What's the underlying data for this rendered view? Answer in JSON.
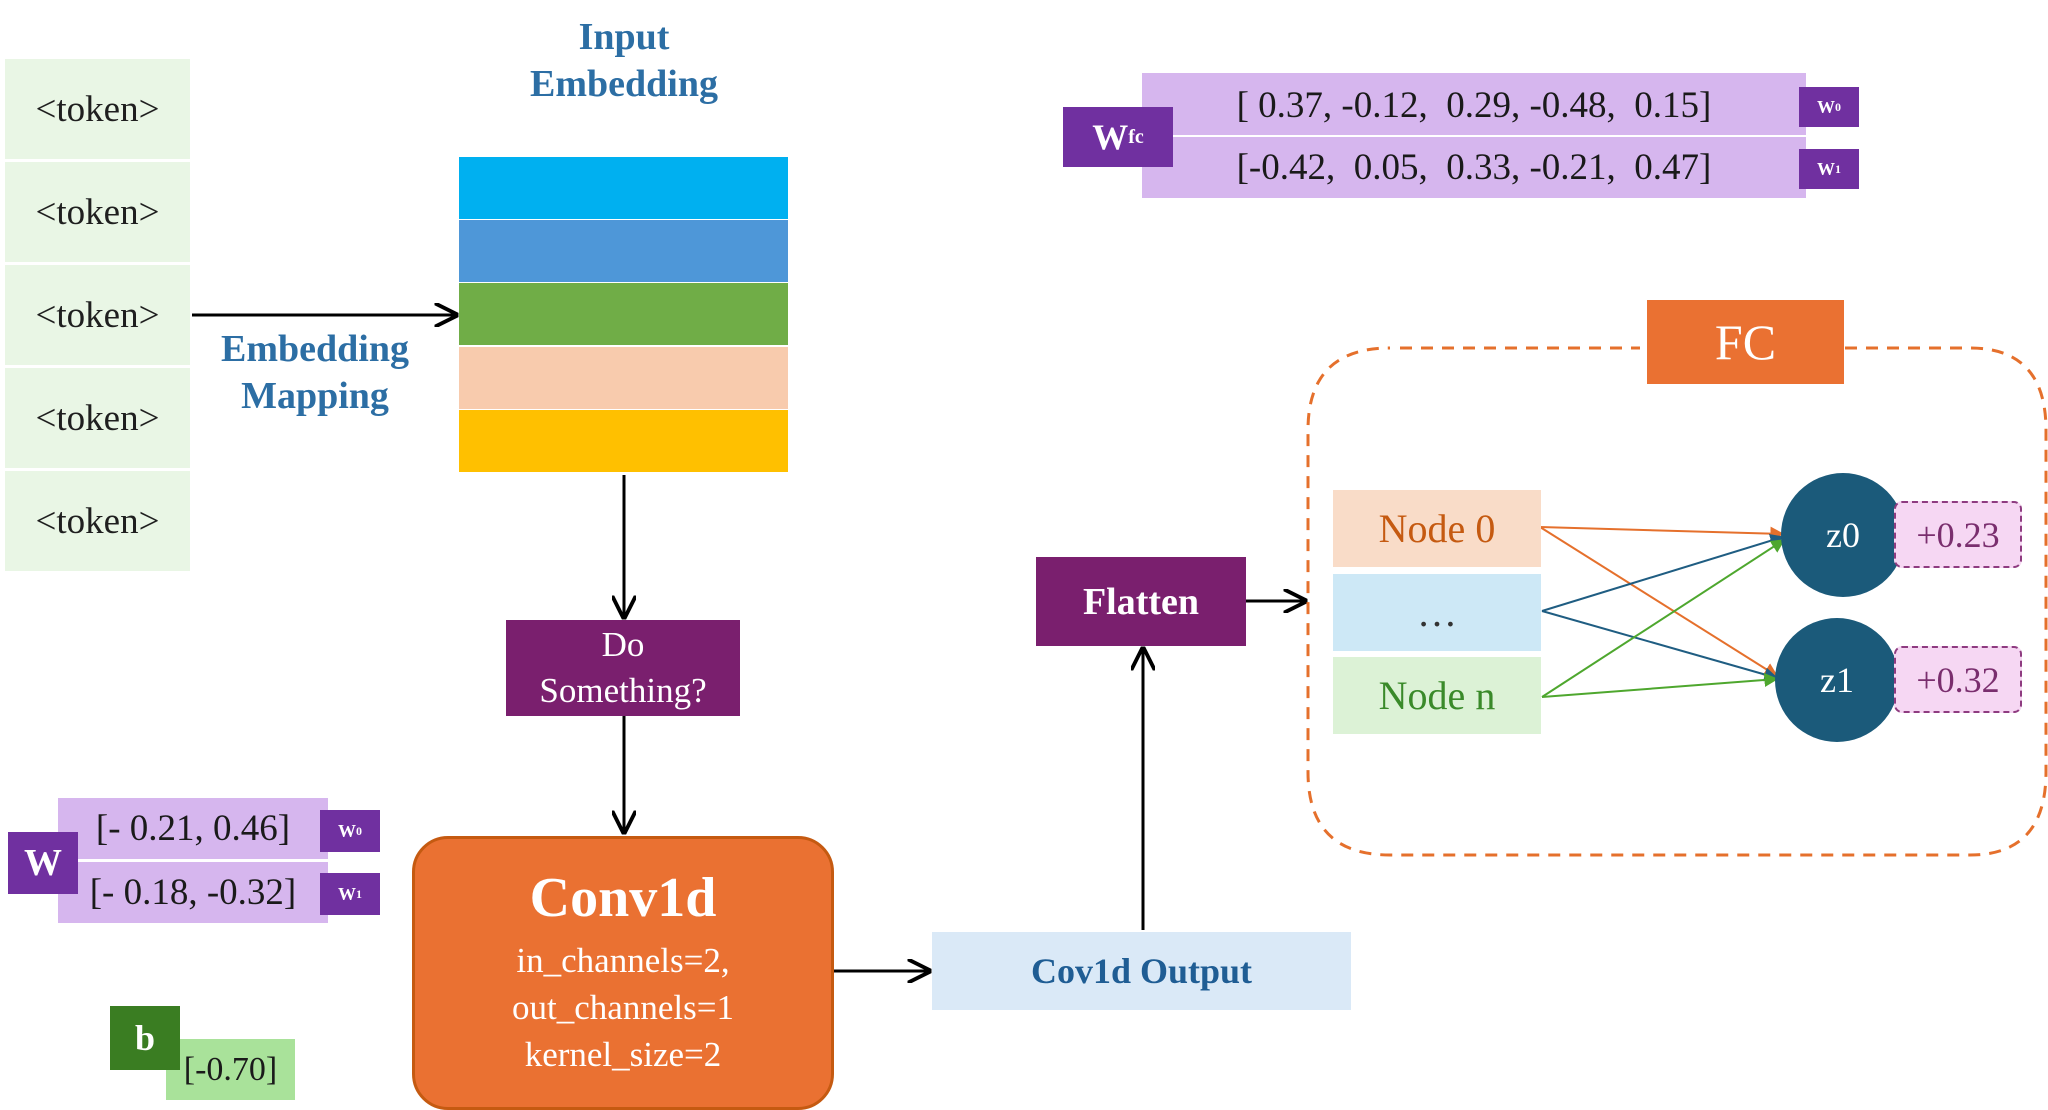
{
  "tokens": [
    "<token>",
    "<token>",
    "<token>",
    "<token>",
    "<token>"
  ],
  "embedding": {
    "title_line1": "Input",
    "title_line2": "Embedding",
    "mapping_line1": "Embedding",
    "mapping_line2": "Mapping",
    "bar_colors": [
      "#00b0f0",
      "#4e97d8",
      "#70ad47",
      "#f8cbad",
      "#ffc000"
    ]
  },
  "fc_weights": {
    "label_main": "W",
    "label_sub": "fc",
    "row0": "[ 0.37, -0.12,  0.29, -0.48,  0.15]",
    "row1": "[-0.42,  0.05,  0.33, -0.21,  0.47]",
    "tag0_main": "W",
    "tag0_sub": "0",
    "tag1_main": "W",
    "tag1_sub": "1"
  },
  "fc": {
    "title": "FC",
    "node0": "Node 0",
    "ellipsis": "…",
    "noden": "Node n",
    "z0": "z0",
    "z1": "z1",
    "bias0": "+0.23",
    "bias1": "+0.32"
  },
  "do_something": {
    "line1": "Do",
    "line2": "Something?"
  },
  "flatten": "Flatten",
  "conv1d": {
    "title": "Conv1d",
    "line1": "in_channels=2,",
    "line2": "out_channels=1",
    "line3": "kernel_size=2"
  },
  "conv_output": "Cov1d Output",
  "conv_weights": {
    "label": "W",
    "row0": "[- 0.21, 0.46]",
    "row1": "[- 0.18, -0.32]",
    "tag0_main": "W",
    "tag0_sub": "0",
    "tag1_main": "W",
    "tag1_sub": "1"
  },
  "bias": {
    "label": "b",
    "value": "[-0.70]"
  },
  "colors": {
    "orange": "#ea7132",
    "dark_magenta": "#7a1f6e",
    "purple": "#7030a0",
    "lavender": "#d6b6ee",
    "navy_circle": "#1b5a7a",
    "blue_text": "#2c6ea4"
  }
}
